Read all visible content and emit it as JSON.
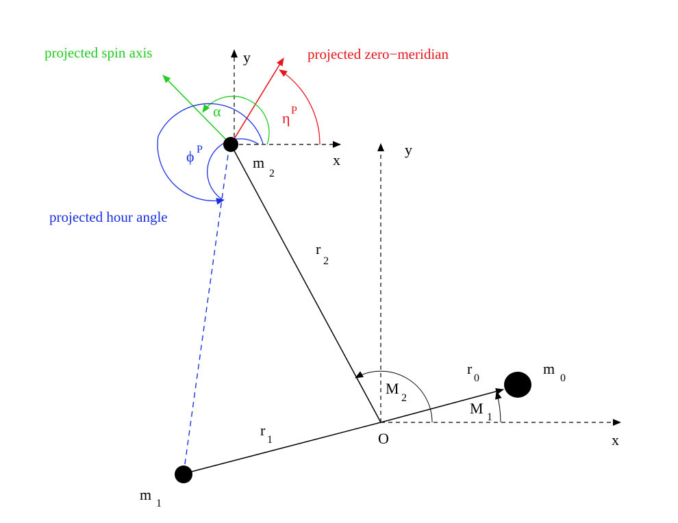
{
  "colors": {
    "spin": "#22cc22",
    "meridian": "#e8141c",
    "hour": "#1a2ee0",
    "ink": "#000000"
  },
  "captions": {
    "spin_axis": "projected spin axis",
    "zero_meridian": "projected zero−meridian",
    "hour_angle": "projected hour angle"
  },
  "angles": {
    "alpha": "α",
    "eta": "η",
    "eta_sup": "P",
    "phi": "ϕ",
    "phi_sup": "P",
    "M1": {
      "main": "M",
      "sub": "1"
    },
    "M2": {
      "main": "M",
      "sub": "2"
    }
  },
  "axes": {
    "upper_x": "x",
    "upper_y": "y",
    "lower_x": "x",
    "lower_y": "y",
    "origin": "O"
  },
  "bodies": {
    "m0": {
      "main": "m",
      "sub": "0"
    },
    "m1": {
      "main": "m",
      "sub": "1"
    },
    "m2": {
      "main": "m",
      "sub": "2"
    }
  },
  "vectors": {
    "r0": {
      "main": "r",
      "sub": "0"
    },
    "r1": {
      "main": "r",
      "sub": "1"
    },
    "r2": {
      "main": "r",
      "sub": "2"
    }
  }
}
